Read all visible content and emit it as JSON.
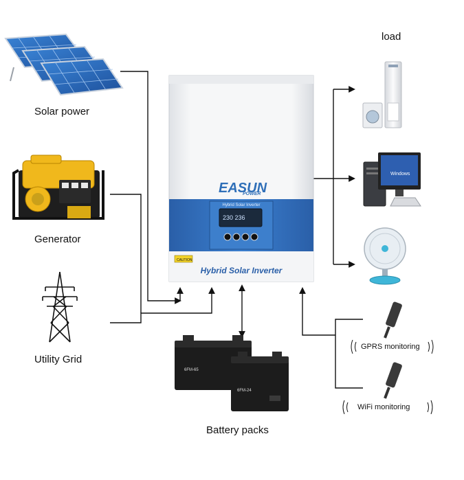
{
  "sources": {
    "solar": {
      "label": "Solar power"
    },
    "generator": {
      "label": "Generator"
    },
    "grid": {
      "label": "Utility Grid"
    }
  },
  "load": {
    "label": "load"
  },
  "inverter": {
    "brand_main": "EASUN",
    "brand_sub": "POWER",
    "panel_title": "Hybrid Solar Inverter",
    "screen_caption": "Hybrid Solar Inverter",
    "caution": "CAUTION"
  },
  "battery": {
    "label": "Battery packs",
    "big_model": "6FM-65",
    "small_model": "6FM-24"
  },
  "monitoring": {
    "gprs": "GPRS monitoring",
    "wifi": "WiFi monitoring"
  },
  "desktop": {
    "screen_text": "Windows"
  },
  "colors": {
    "inverter_blue": "#2f6fb8",
    "inverter_body": "#f1f2f4",
    "panel_blue": "#2a5fa8",
    "generator_yellow": "#f0b81c",
    "battery_black": "#1c1c1c"
  }
}
